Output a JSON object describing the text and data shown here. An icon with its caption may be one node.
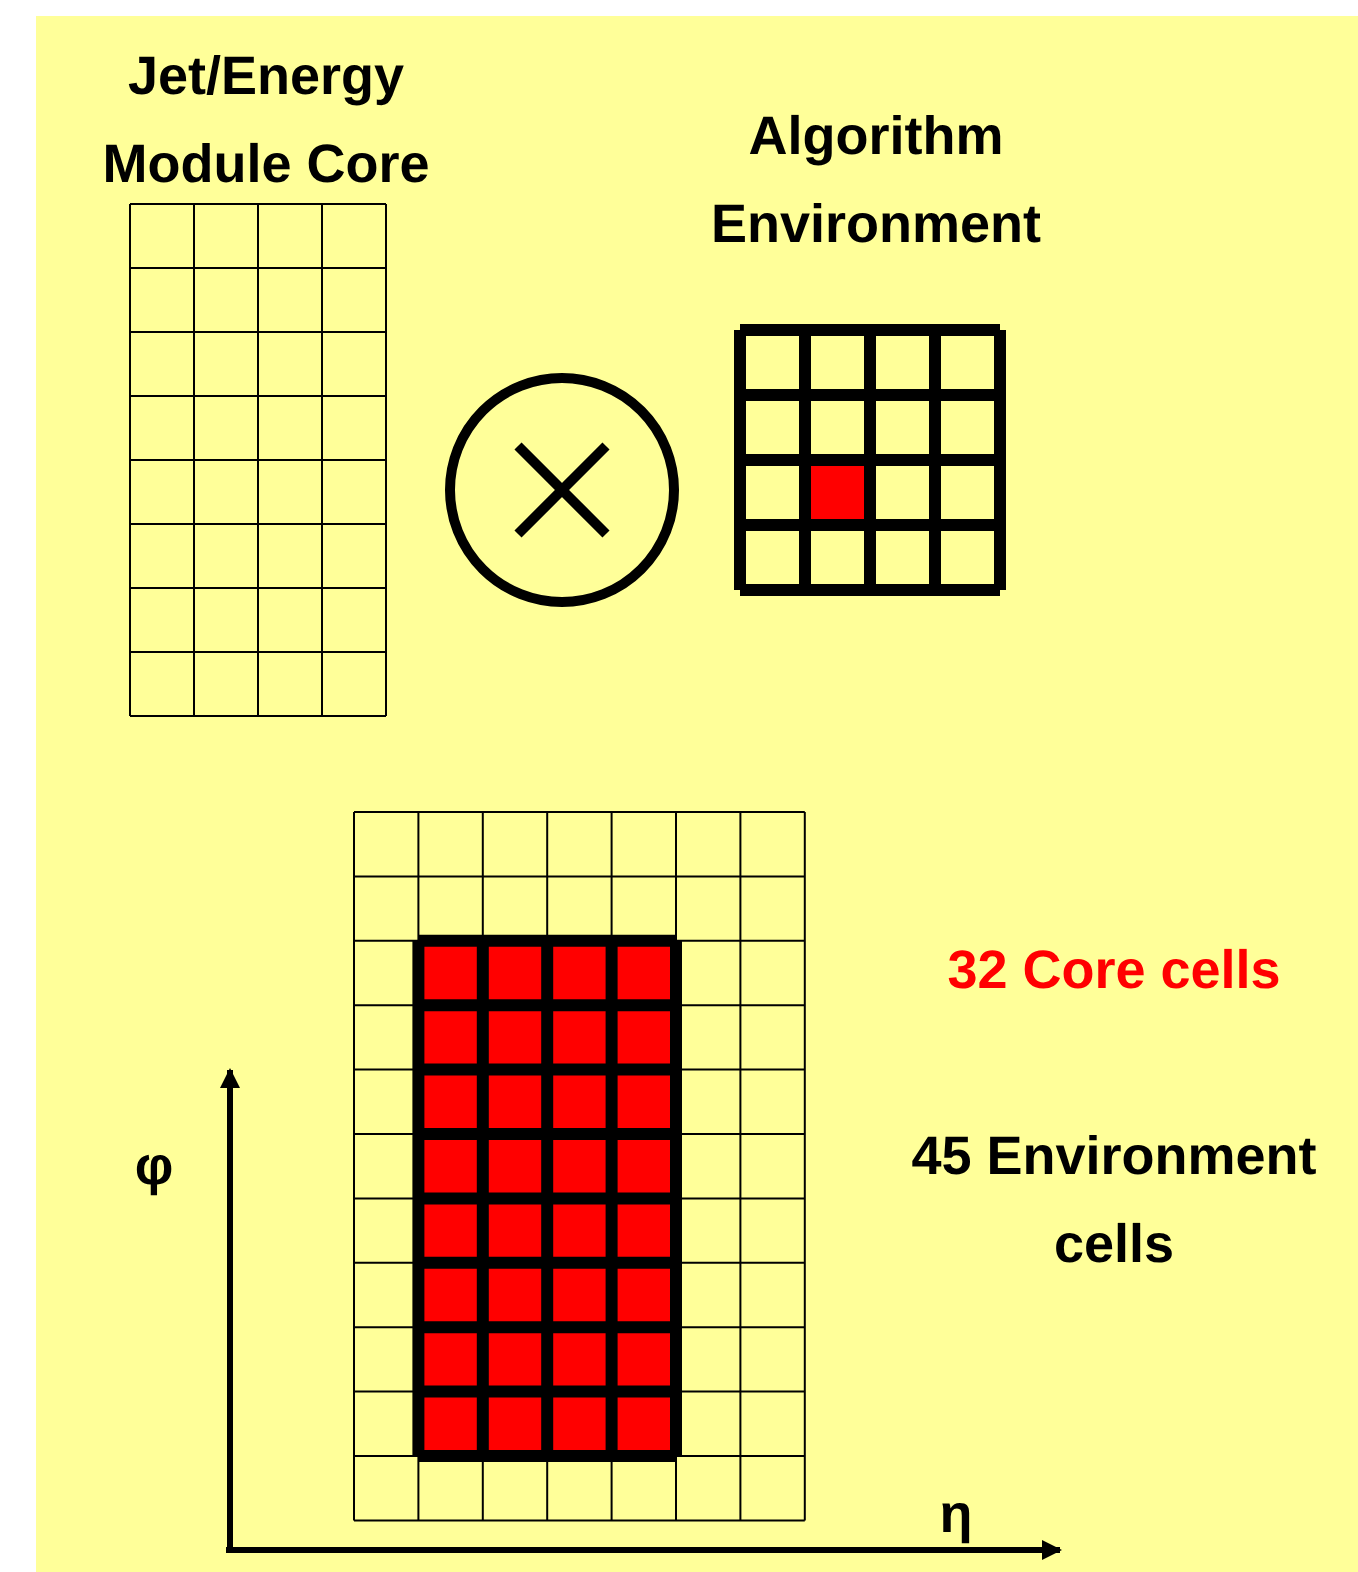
{
  "diagram": {
    "labels": [
      "Jet/Energy Module Core",
      "Algorithm Environment",
      "32 Core cells",
      "φ",
      "45 Environment cells",
      "η"
    ]
  }
}
